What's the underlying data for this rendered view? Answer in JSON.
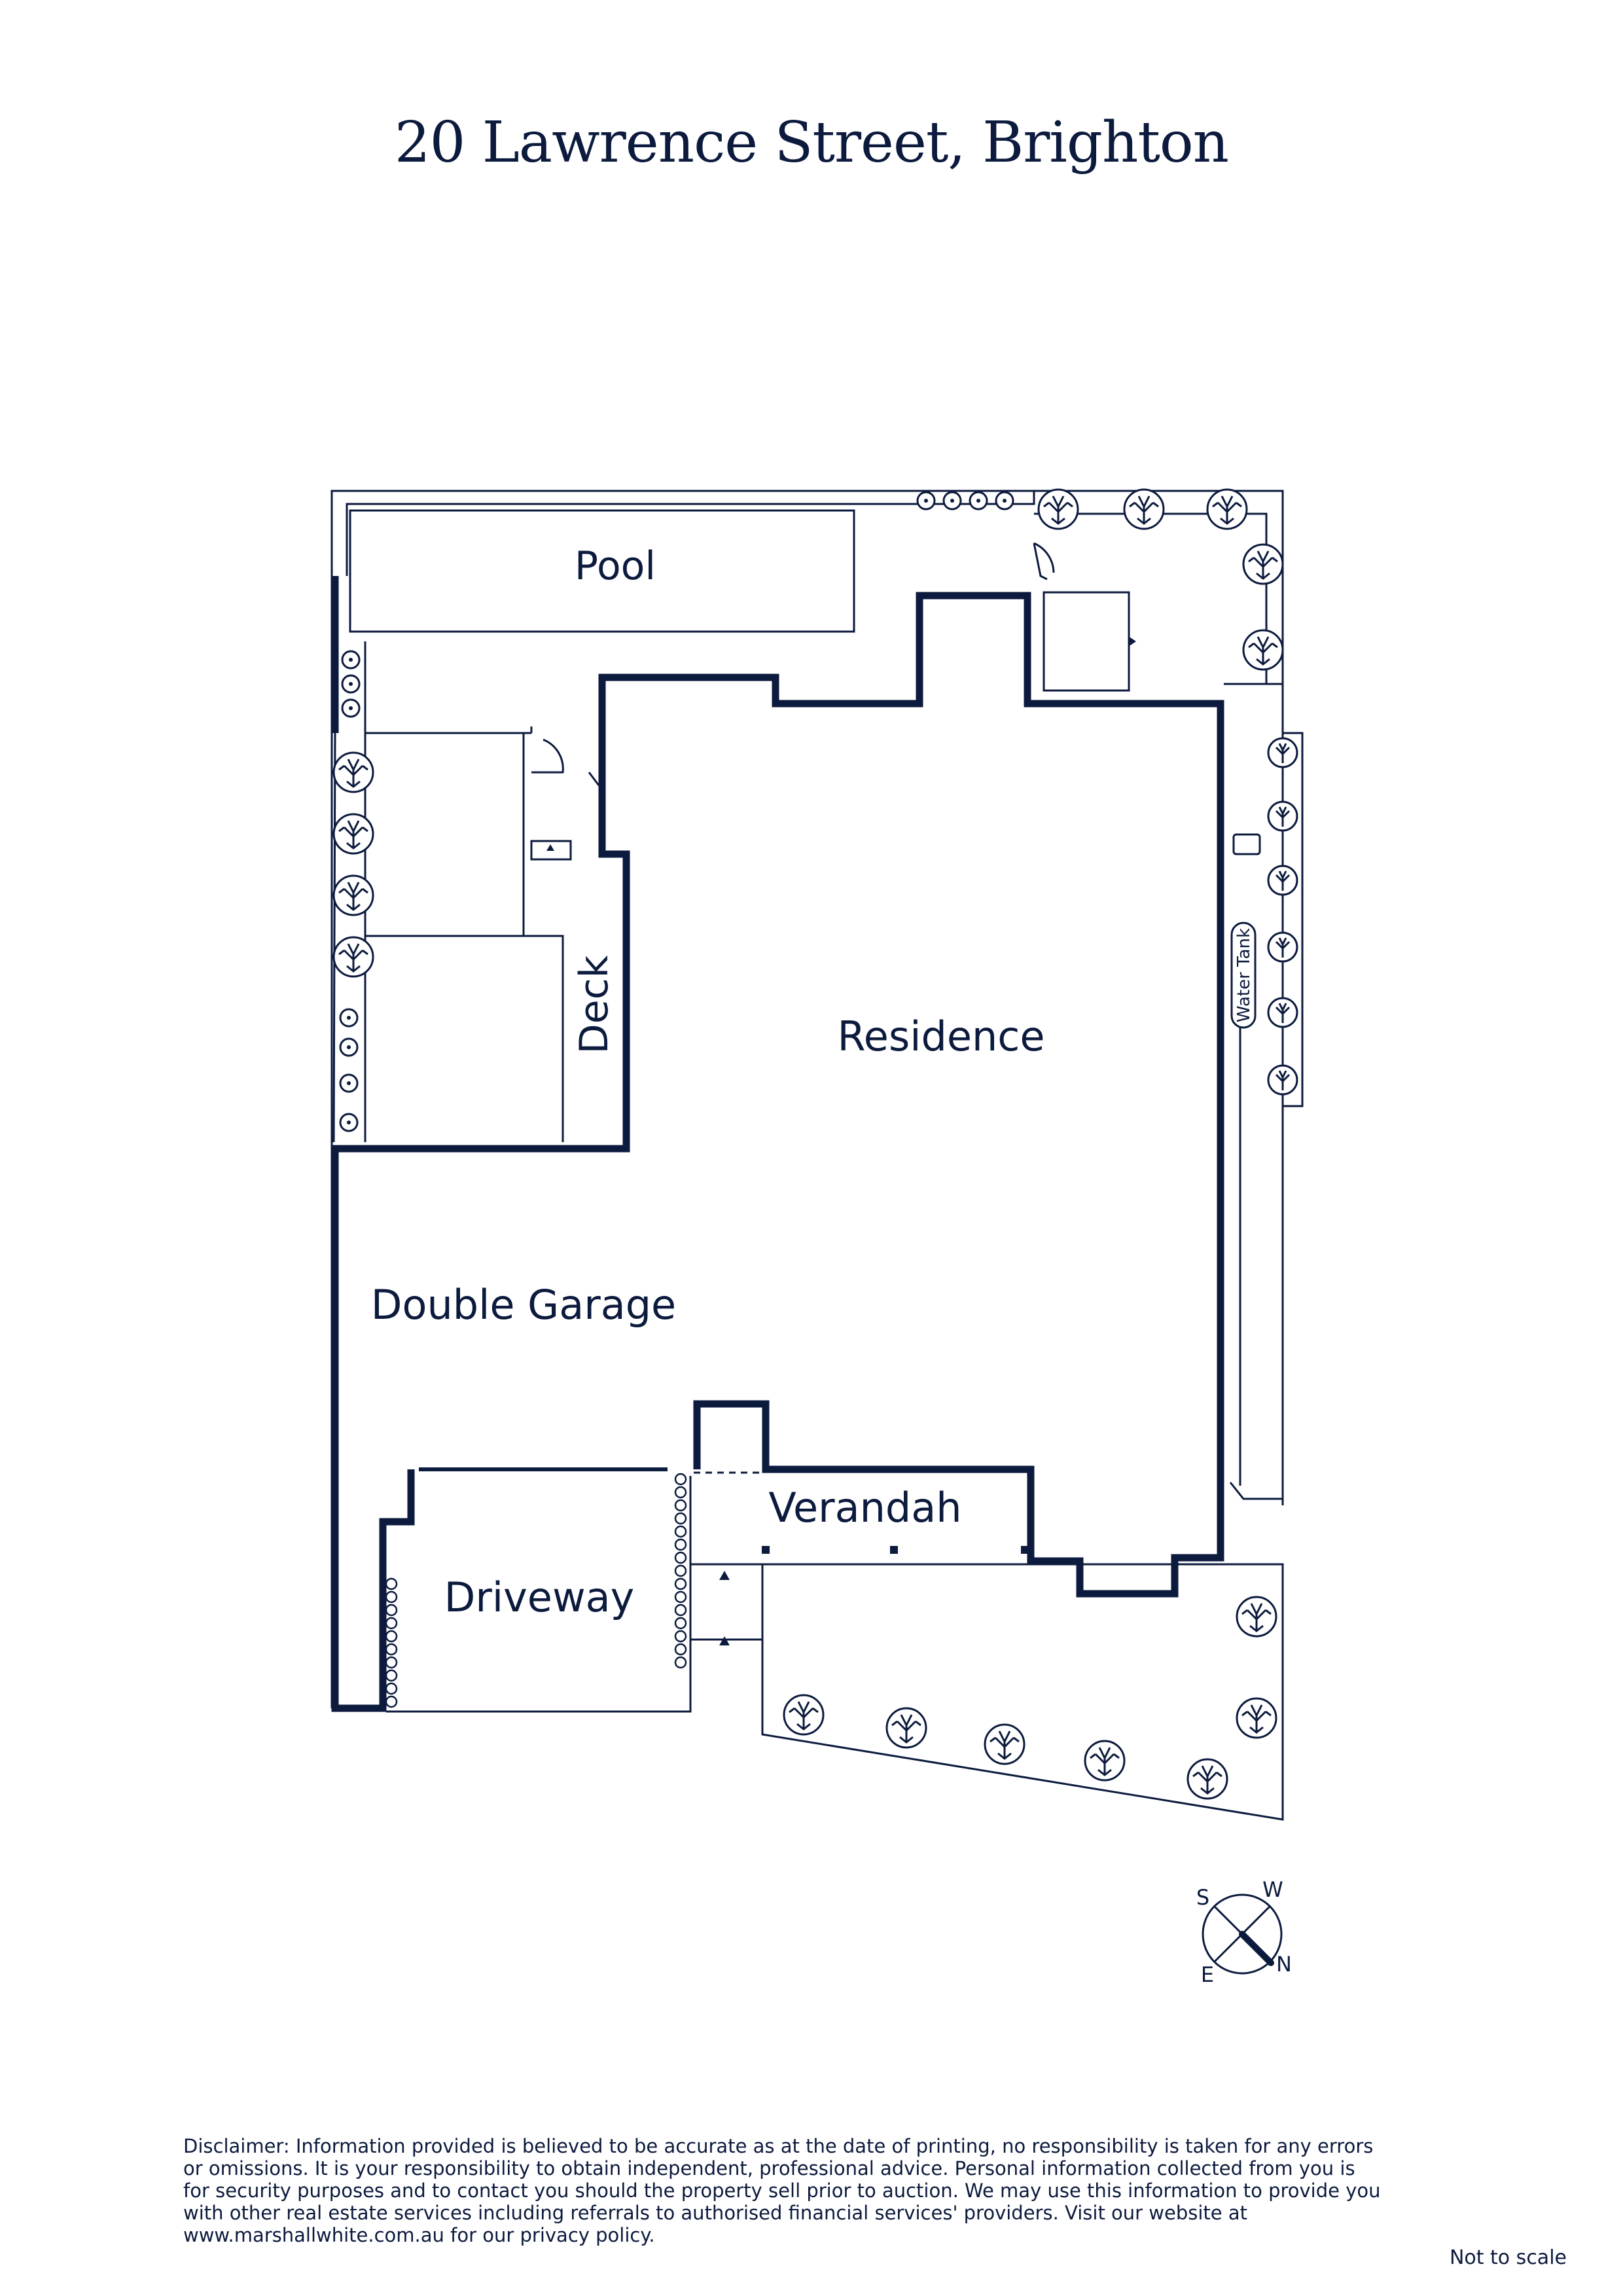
{
  "title": "20 Lawrence Street, Brighton",
  "rooms": {
    "pool": "Pool",
    "deck": "Deck",
    "residence": "Residence",
    "double_garage": "Double Garage",
    "verandah": "Verandah",
    "driveway": "Driveway",
    "water_tank": "Water Tank"
  },
  "compass": {
    "north": "N",
    "south": "S",
    "east": "E",
    "west": "W"
  },
  "disclaimer": "Disclaimer: Information provided is believed to be accurate as at the date of printing, no responsibility is taken for any errors or omissions. It is your responsibility to obtain independent, professional advice. Personal information collected from you is for security purposes and to contact you should the property sell prior to auction. We may use this information to provide you with other real estate services including referrals to authorised financial services' providers. Visit our website at www.marshallwhite.com.au for our privacy policy.",
  "not_to_scale": "Not to scale",
  "colors": {
    "ink": "#0c1a3d",
    "background": "#ffffff"
  }
}
